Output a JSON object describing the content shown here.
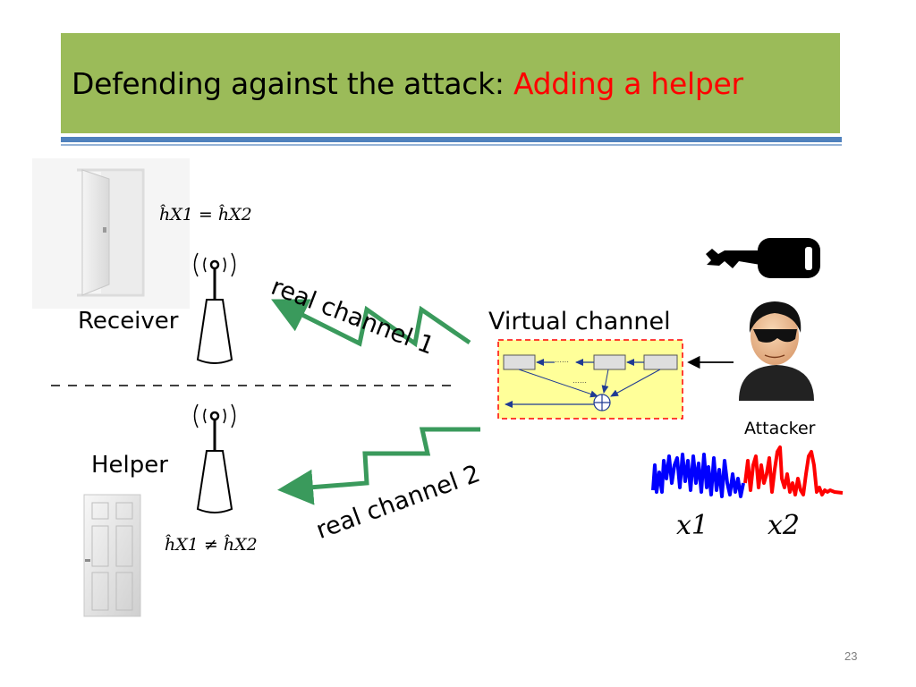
{
  "slide": {
    "title_prefix": "Defending against the attack: ",
    "title_highlight": "Adding a helper",
    "page_number": "23"
  },
  "diagram": {
    "receiver_label": "Receiver",
    "helper_label": "Helper",
    "virtual_channel_label": "Virtual channel",
    "attacker_label": "Attacker",
    "real_channel_1_label": "real channel 1",
    "real_channel_2_label": "real channel 2",
    "equation_receiver": "ĥX1 = ĥX2",
    "equation_helper": "ĥX1 ≠ ĥX2",
    "signal_x1_label": "x1",
    "signal_x2_label": "x2",
    "dots_label": "……",
    "colors": {
      "title_bar": "#9bbb59",
      "highlight_text": "#ff0000",
      "channel_arrow": "#3a9a5c",
      "virtual_box_fill": "#ffff99",
      "virtual_box_border": "#ff0000",
      "signal_x1": "#0000ff",
      "signal_x2": "#ff0000"
    },
    "icons": [
      "door-open-icon",
      "door-closed-icon",
      "antenna-icon",
      "key-icon",
      "attacker-icon"
    ]
  }
}
